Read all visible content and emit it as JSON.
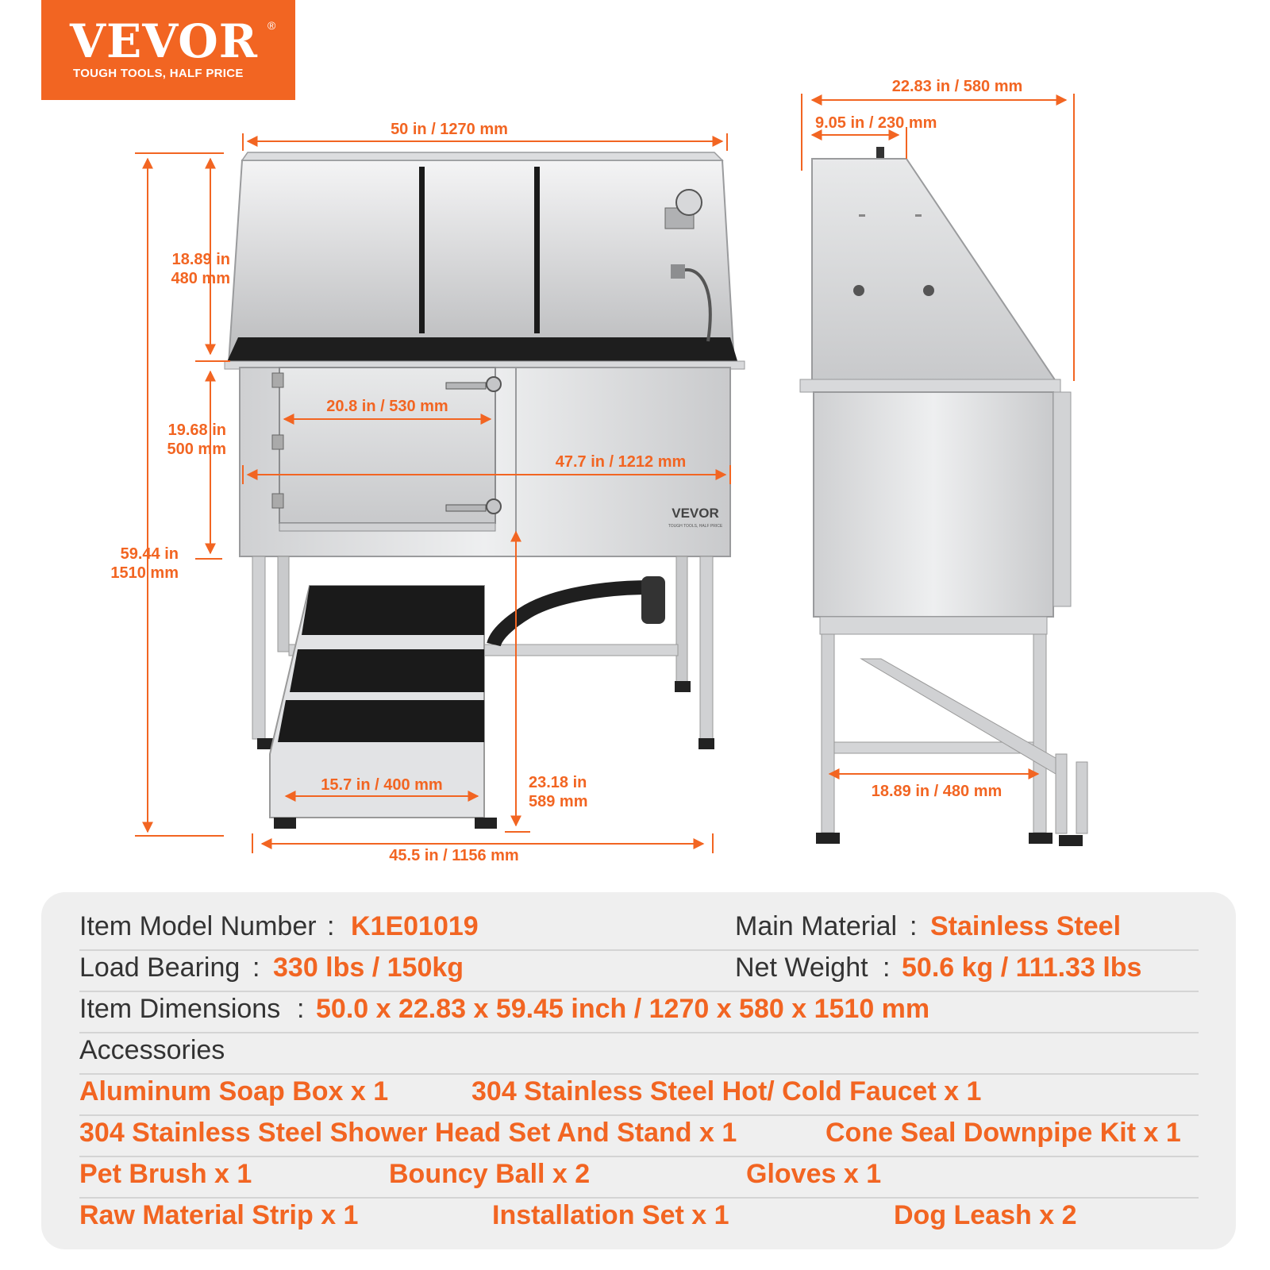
{
  "brand": {
    "name": "VEVOR",
    "registered": "®",
    "tagline": "TOUGH TOOLS, HALF PRICE",
    "color": "#f26522"
  },
  "product_panel_brand": "VEVOR",
  "product_panel_tagline": "TOUGH TOOLS, HALF PRICE",
  "dimensions": {
    "front_top_width": "50 in / 1270 mm",
    "total_height_in": "59.44 in",
    "total_height_mm": "1510 mm",
    "tub_depth_in": "18.89 in",
    "tub_depth_mm": "480 mm",
    "cabinet_height_in": "19.68 in",
    "cabinet_height_mm": "500 mm",
    "door_width": "20.8 in / 530 mm",
    "cabinet_width": "47.7 in / 1212 mm",
    "stair_width": "15.7 in / 400 mm",
    "leg_height_in": "23.18 in",
    "leg_height_mm": "589 mm",
    "base_width": "45.5 in / 1156 mm",
    "side_depth": "22.83 in / 580 mm",
    "side_top_depth": "9.05 in / 230 mm",
    "side_leg_depth": "18.89 in / 480 mm"
  },
  "specs": {
    "model_label": "Item Model Number",
    "model_value": "K1E01019",
    "material_label": "Main Material",
    "material_value": "Stainless Steel",
    "load_label": "Load Bearing",
    "load_value": "330 lbs / 150kg",
    "weight_label": "Net Weight",
    "weight_value": "50.6 kg / 111.33 lbs",
    "dimensions_label": "Item Dimensions",
    "dimensions_value": "50.0 x 22.83 x 59.45 inch / 1270 x 580 x 1510 mm",
    "separator": ":",
    "accessories_label": "Accessories"
  },
  "accessories": [
    "Aluminum Soap Box x 1",
    "304 Stainless Steel Hot/ Cold Faucet x 1",
    "304 Stainless Steel Shower Head Set And Stand  x 1",
    "Cone Seal Downpipe Kit x 1",
    "Pet Brush x 1",
    "Bouncy Ball x 2",
    "Gloves x 1",
    "Raw Material Strip x 1",
    "Installation Set x 1",
    "Dog Leash x 2"
  ]
}
